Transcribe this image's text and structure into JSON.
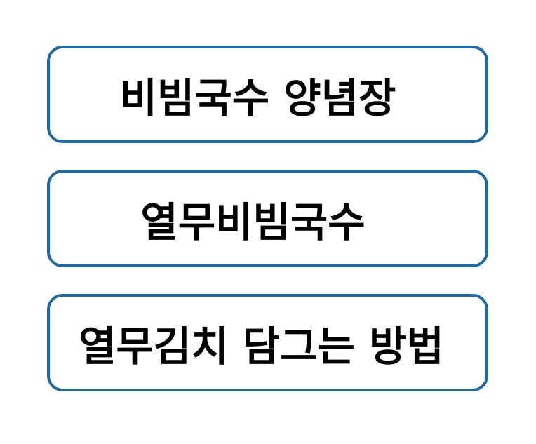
{
  "accent_color": "#1f6aa5",
  "cards": [
    {
      "label": "비빔국수 양념장"
    },
    {
      "label": "열무비빔국수"
    },
    {
      "label": "열무김치 담그는 방법"
    }
  ]
}
